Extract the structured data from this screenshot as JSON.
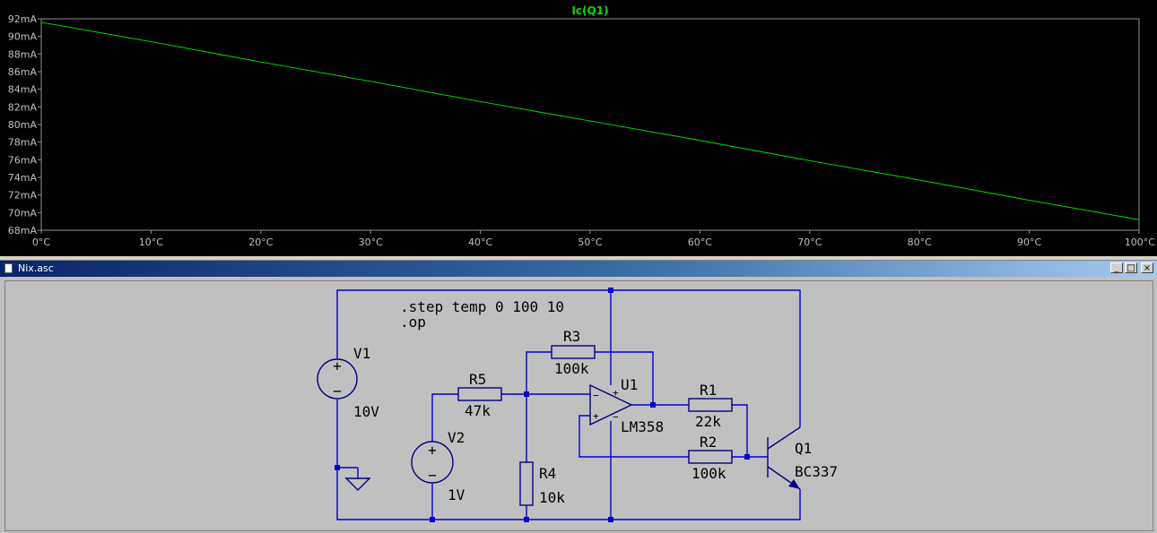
{
  "plot": {
    "trace_title": "Ic(Q1)",
    "trace_color": "#00e000",
    "y_ticks": [
      "92mA",
      "90mA",
      "88mA",
      "86mA",
      "84mA",
      "82mA",
      "80mA",
      "78mA",
      "76mA",
      "74mA",
      "72mA",
      "70mA",
      "68mA"
    ],
    "x_ticks": [
      "0°C",
      "10°C",
      "20°C",
      "30°C",
      "40°C",
      "50°C",
      "60°C",
      "70°C",
      "80°C",
      "90°C",
      "100°C"
    ]
  },
  "chart_data": {
    "type": "line",
    "title": "Ic(Q1)",
    "x": [
      0,
      10,
      20,
      30,
      40,
      50,
      60,
      70,
      80,
      90,
      100
    ],
    "series": [
      {
        "name": "Ic(Q1)",
        "values": [
          91.6,
          89.4,
          87.1,
          84.9,
          82.6,
          80.4,
          78.2,
          75.9,
          73.7,
          71.4,
          69.2
        ]
      }
    ],
    "xlim": [
      0,
      100
    ],
    "ylim": [
      68,
      92
    ],
    "grid": false
  },
  "window": {
    "title": "Nix.asc",
    "min_label": "_",
    "max_label": "□",
    "close_label": "×"
  },
  "schematic": {
    "directive1": ".step temp 0 100 10",
    "directive2": ".op",
    "v1_name": "V1",
    "v1_value": "10V",
    "v2_name": "V2",
    "v2_value": "1V",
    "r1_name": "R1",
    "r1_value": "22k",
    "r2_name": "R2",
    "r2_value": "100k",
    "r3_name": "R3",
    "r3_value": "100k",
    "r4_name": "R4",
    "r4_value": "10k",
    "r5_name": "R5",
    "r5_value": "47k",
    "u1_name": "U1",
    "u1_value": "LM358",
    "q1_name": "Q1",
    "q1_value": "BC337",
    "plus": "+",
    "minus": "−"
  }
}
